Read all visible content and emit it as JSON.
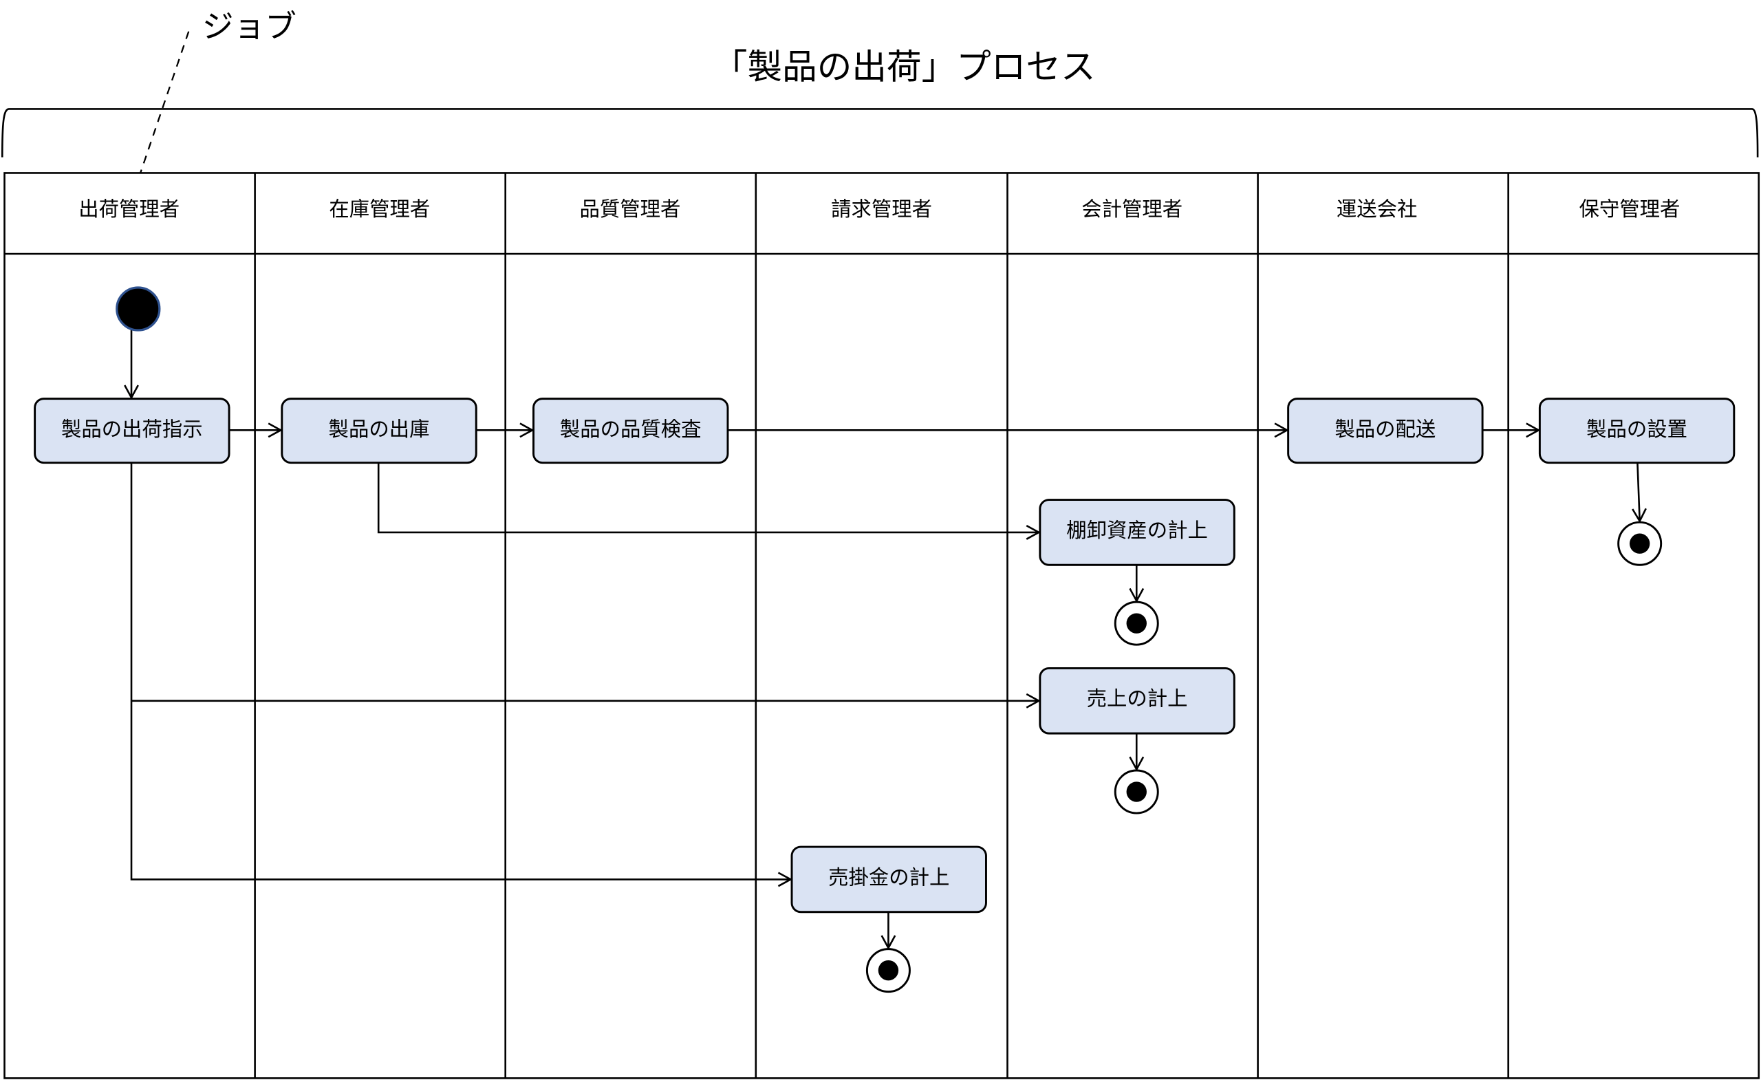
{
  "diagram": {
    "title": "「製品の出荷」プロセス",
    "job_label": "ジョブ",
    "lanes": [
      "出荷管理者",
      "在庫管理者",
      "品質管理者",
      "請求管理者",
      "会計管理者",
      "運送会社",
      "保守管理者"
    ],
    "activities": {
      "shipping_instruction": "製品の出荷指示",
      "stock_out": "製品の出庫",
      "quality_inspection": "製品の品質検査",
      "delivery": "製品の配送",
      "installation": "製品の設置",
      "inventory_posting": "棚卸資産の計上",
      "sales_posting": "売上の計上",
      "receivable_posting": "売掛金の計上"
    },
    "colors": {
      "activity_fill": "#dae3f3",
      "start_stroke": "#2f528f"
    }
  }
}
